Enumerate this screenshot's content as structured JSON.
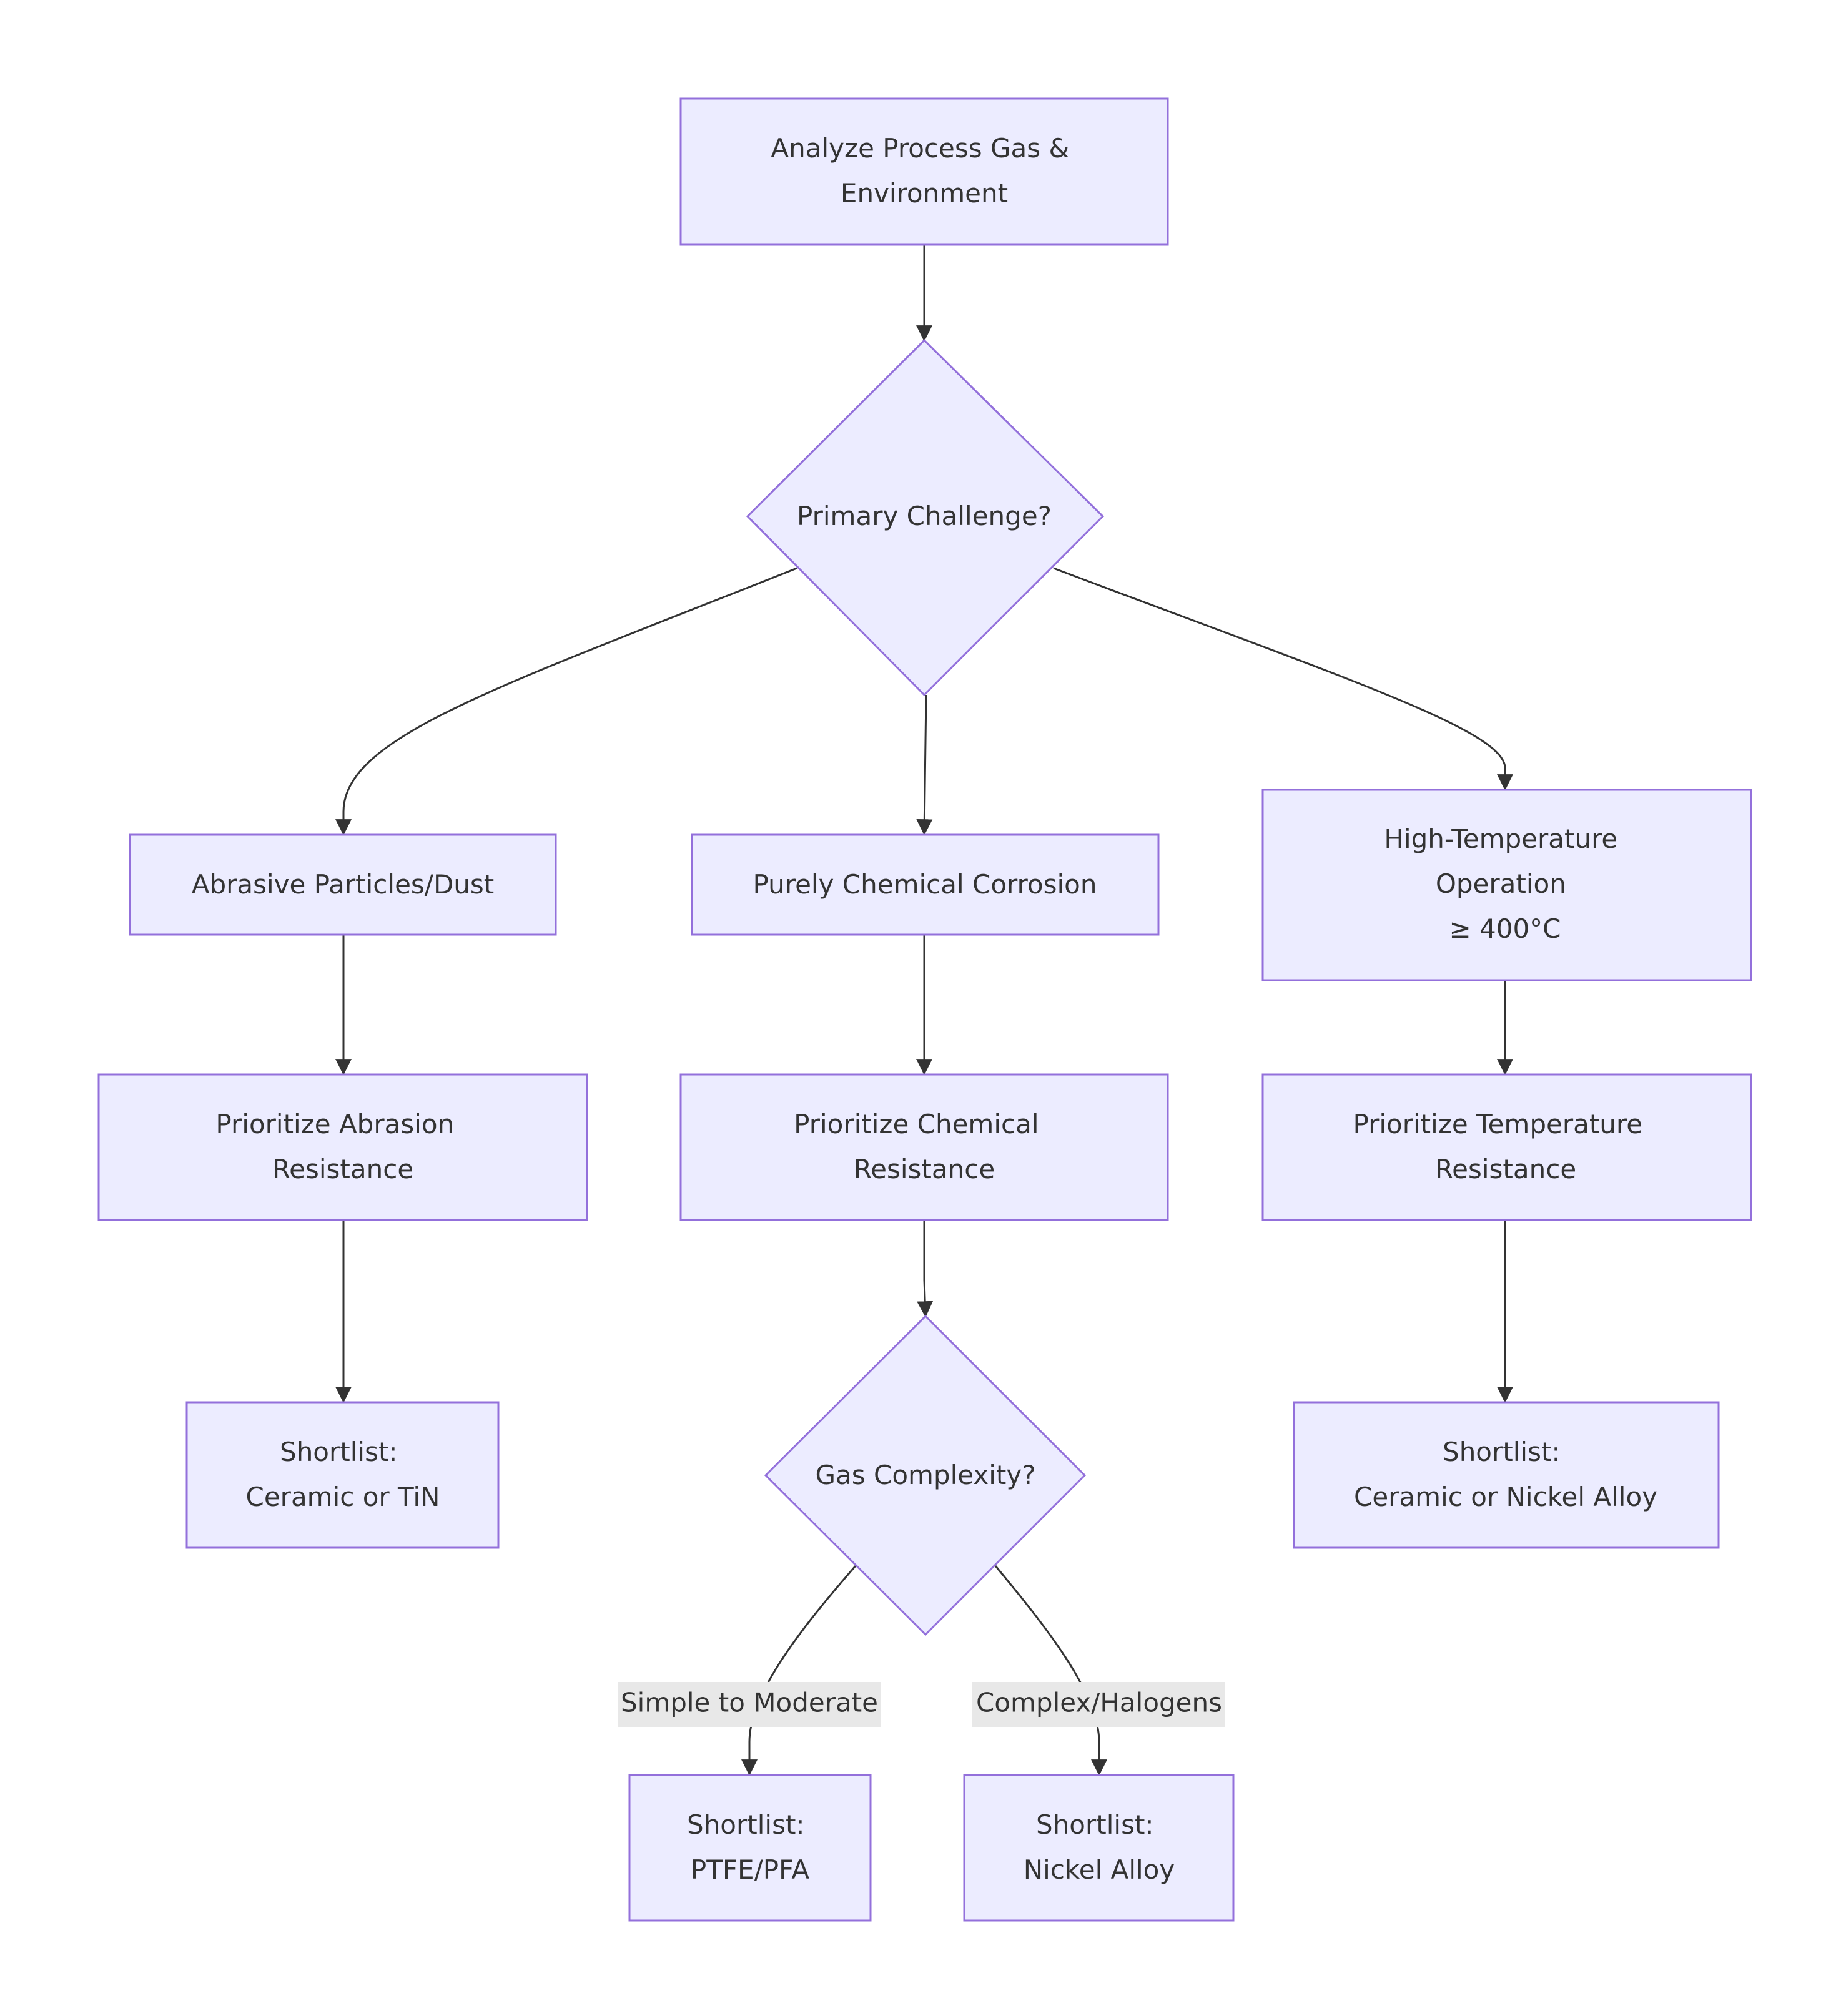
{
  "nodes": {
    "analyze": {
      "lines": [
        "Analyze Process Gas &",
        "Environment"
      ]
    },
    "primary": {
      "lines": [
        "Primary Challenge?"
      ]
    },
    "abrasive": {
      "lines": [
        "Abrasive Particles/Dust"
      ]
    },
    "chemical": {
      "lines": [
        "Purely Chemical Corrosion"
      ]
    },
    "hightemp": {
      "lines": [
        "High-Temperature",
        "Operation",
        "≥ 400°C"
      ]
    },
    "prio_abrasion": {
      "lines": [
        "Prioritize Abrasion",
        "Resistance"
      ]
    },
    "prio_chemical": {
      "lines": [
        "Prioritize Chemical",
        "Resistance"
      ]
    },
    "prio_temp": {
      "lines": [
        "Prioritize Temperature",
        "Resistance"
      ]
    },
    "short_ceramic_tin": {
      "lines": [
        "Shortlist:",
        "Ceramic or TiN"
      ]
    },
    "gas": {
      "lines": [
        "Gas Complexity?"
      ]
    },
    "short_ceramic_nickel": {
      "lines": [
        "Shortlist:",
        "Ceramic or Nickel Alloy"
      ]
    },
    "short_ptfe": {
      "lines": [
        "Shortlist:",
        "PTFE/PFA"
      ]
    },
    "short_nickel": {
      "lines": [
        "Shortlist:",
        "Nickel Alloy"
      ]
    }
  },
  "edge_labels": {
    "simple": "Simple to Moderate",
    "complex": "Complex/Halogens"
  },
  "colors": {
    "node_fill": "#ECECFF",
    "node_stroke": "#9370DB",
    "edge": "#333333",
    "label_bg": "#E8E8E8",
    "text": "#333333"
  }
}
